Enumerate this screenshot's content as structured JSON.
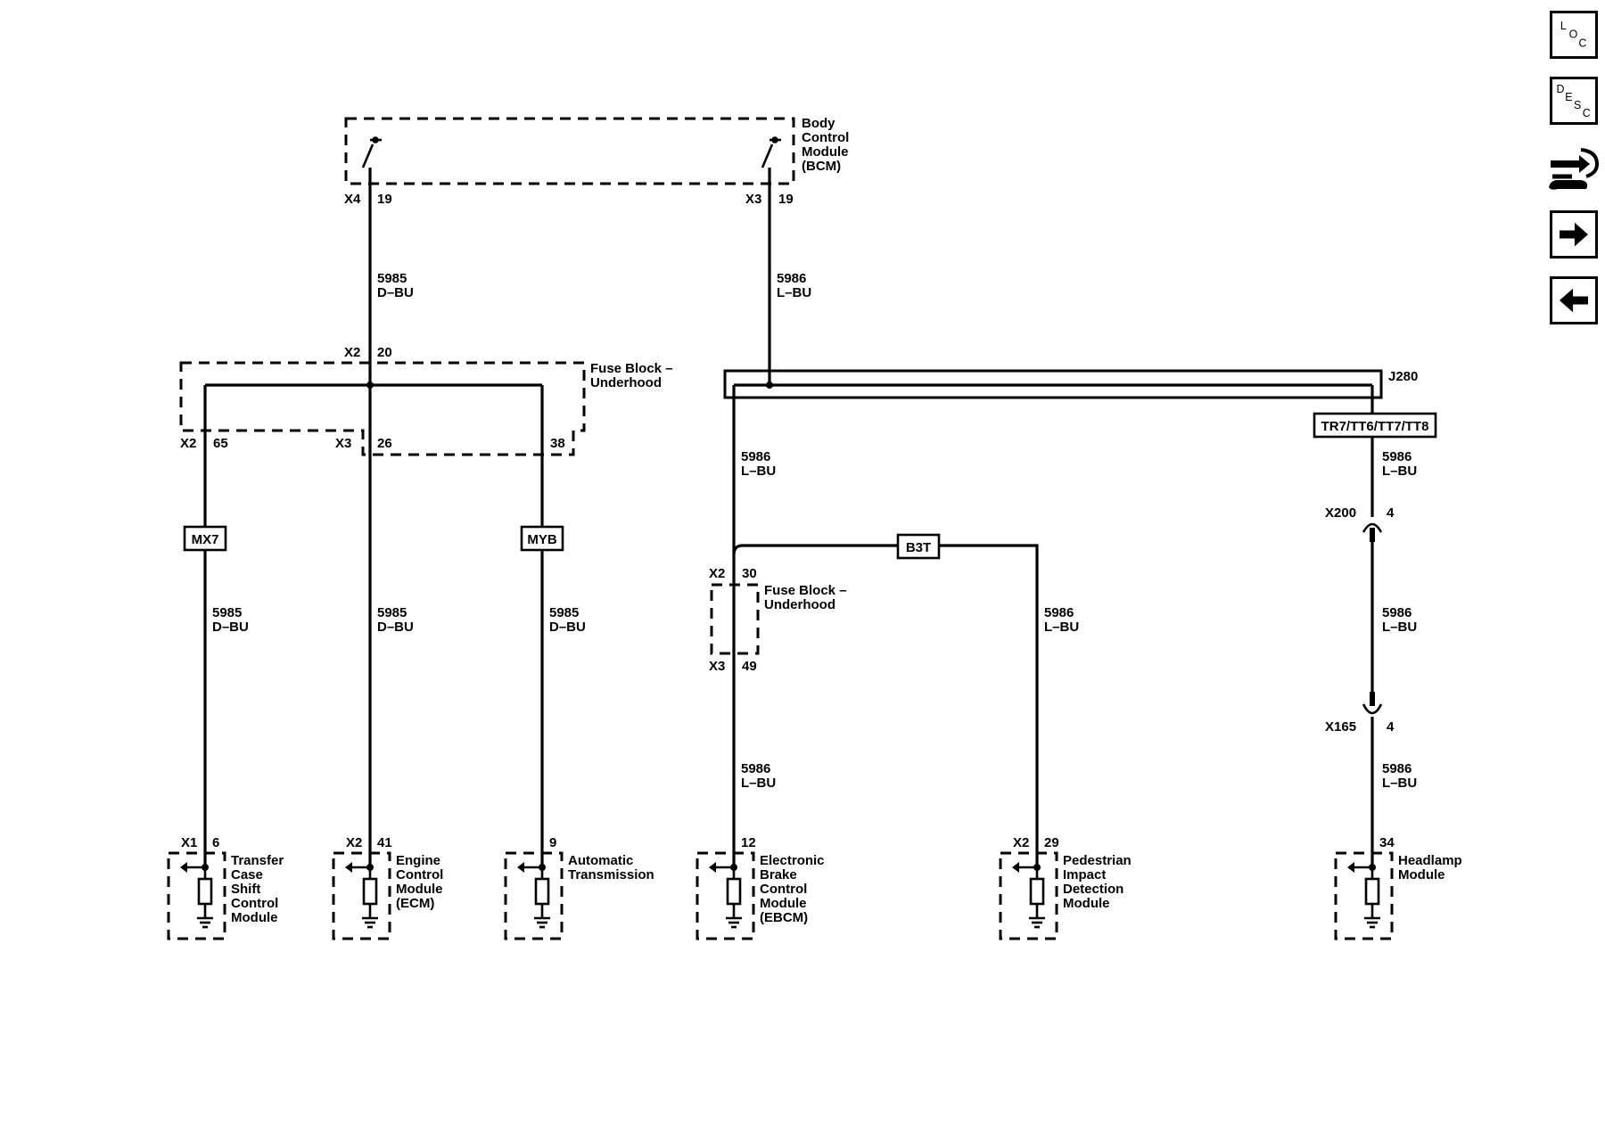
{
  "bcm": {
    "name": [
      "Body",
      "Control",
      "Module",
      "(BCM)"
    ],
    "pin_left_conn": "X4",
    "pin_left_num": "19",
    "pin_right_conn": "X3",
    "pin_right_num": "19"
  },
  "wire_5985": {
    "circuit": "5985",
    "color": "D–BU"
  },
  "wire_5986": {
    "circuit": "5986",
    "color": "L–BU"
  },
  "fuse_block_1": {
    "name": [
      "Fuse Block –",
      "Underhood"
    ],
    "in_conn": "X2",
    "in_pin": "20",
    "out1_conn": "X2",
    "out1_pin": "65",
    "out2_conn": "X3",
    "out2_pin": "26",
    "out3_pin": "38"
  },
  "options": {
    "mx7": "MX7",
    "myb": "MYB",
    "b3t": "B3T",
    "trim": "TR7/TT6/TT7/TT8"
  },
  "splice": {
    "name": "J280"
  },
  "fuse_block_2": {
    "name": [
      "Fuse Block –",
      "Underhood"
    ],
    "in_conn": "X2",
    "in_pin": "30",
    "out_conn": "X3",
    "out_pin": "49"
  },
  "inline_connectors": {
    "x200": {
      "conn": "X200",
      "pin": "4"
    },
    "x165": {
      "conn": "X165",
      "pin": "4"
    }
  },
  "modules": [
    {
      "conn": "X1",
      "pin": "6",
      "name": [
        "Transfer",
        "Case",
        "Shift",
        "Control",
        "Module"
      ]
    },
    {
      "conn": "X2",
      "pin": "41",
      "name": [
        "Engine",
        "Control",
        "Module",
        "(ECM)"
      ]
    },
    {
      "conn": "",
      "pin": "9",
      "name": [
        "Automatic",
        "Transmission"
      ]
    },
    {
      "conn": "",
      "pin": "12",
      "name": [
        "Electronic",
        "Brake",
        "Control",
        "Module",
        "(EBCM)"
      ]
    },
    {
      "conn": "X2",
      "pin": "29",
      "name": [
        "Pedestrian",
        "Impact",
        "Detection",
        "Module"
      ]
    },
    {
      "conn": "",
      "pin": "34",
      "name": [
        "Headlamp",
        "Module"
      ]
    }
  ],
  "nav": {
    "loc": [
      "L",
      "O",
      "C"
    ],
    "desc": [
      "D",
      "E",
      "S",
      "C"
    ],
    "icons": [
      "location-icon",
      "description-icon",
      "connector-wrench-icon",
      "arrow-right-icon",
      "arrow-left-icon"
    ]
  }
}
